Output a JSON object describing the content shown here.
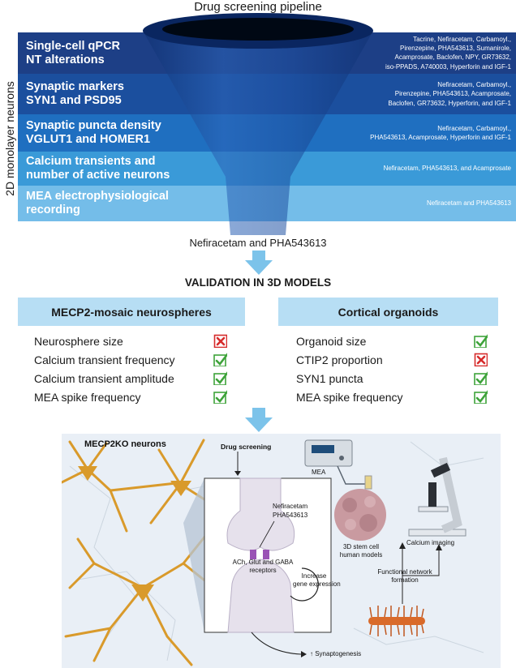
{
  "funnel": {
    "title": "Drug screening pipeline",
    "side_label": "2D monolayer neurons",
    "result": "Nefiracetam and PHA543613",
    "stages": [
      {
        "title_lines": [
          "Single-cell qPCR",
          "NT alterations"
        ],
        "drug_lines": [
          "Tacrine, Nefiracetam, Carbamoyl.,",
          "Pirenzepine, PHA543613, Sumanirole,",
          "Acamprosate, Baclofen, NPY, GR73632,",
          "iso-PPADS, A740003, Hyperforin and IGF-1"
        ],
        "color": "#1d3f86"
      },
      {
        "title_lines": [
          "Synaptic markers",
          "SYN1 and PSD95"
        ],
        "drug_lines": [
          "Nefiracetam, Carbamoyl.,",
          "Pirenzepine, PHA543613, Acamprosate,",
          "Baclofen, GR73632, Hyperforin, and IGF-1"
        ],
        "color": "#1b4f9e"
      },
      {
        "title_lines": [
          "Synaptic puncta density",
          "VGLUT1 and HOMER1"
        ],
        "drug_lines": [
          "Nefiracetam, Carbamoyl.,",
          "PHA543613, Acamprosate, Hyperforin and IGF-1"
        ],
        "color": "#1f6fc0"
      },
      {
        "title_lines": [
          "Calcium transients and",
          "number of active neurons"
        ],
        "drug_lines": [
          "Nefiracetam, PHA543613, and Acamprosate"
        ],
        "color": "#3a9ad8"
      },
      {
        "title_lines": [
          "MEA electrophysiological",
          "recording"
        ],
        "drug_lines": [
          "Nefiracetam and PHA543613"
        ],
        "color": "#74bde9"
      }
    ]
  },
  "validation": {
    "title": "VALIDATION IN 3D MODELS",
    "panels": [
      {
        "title": "MECP2-mosaic neurospheres",
        "rows": [
          {
            "label": "Neurosphere size",
            "result": "cross"
          },
          {
            "label": "Calcium transient frequency",
            "result": "check"
          },
          {
            "label": "Calcium transient amplitude",
            "result": "check"
          },
          {
            "label": "MEA spike frequency",
            "result": "check"
          }
        ]
      },
      {
        "title": "Cortical organoids",
        "rows": [
          {
            "label": "Organoid size",
            "result": "check"
          },
          {
            "label": "CTIP2 proportion",
            "result": "cross"
          },
          {
            "label": "SYN1 puncta",
            "result": "check"
          },
          {
            "label": "MEA spike frequency",
            "result": "check"
          }
        ]
      }
    ]
  },
  "illustration": {
    "neurons_label": "MECP2KO neurons",
    "screening_label": "Drug screening",
    "drugs": [
      "Nefiracetam",
      "PHA543613"
    ],
    "receptors_lines": [
      "ACh, Glut and GABA",
      "receptors"
    ],
    "expression_lines": [
      "Increase",
      "gene expression"
    ],
    "synaptogenesis": "↑ Synaptogenesis",
    "mea": "MEA",
    "stem_cell_lines": [
      "3D stem cell",
      "human models"
    ],
    "calcium_imaging": "Calcium imaging",
    "network_lines": [
      "Functional network",
      "formation"
    ]
  },
  "colors": {
    "panel_header": "#b7def4",
    "arrow": "#7cc3ea",
    "check": "#3ea33a",
    "cross": "#d62b2b",
    "neuron": "#d99a2b"
  }
}
